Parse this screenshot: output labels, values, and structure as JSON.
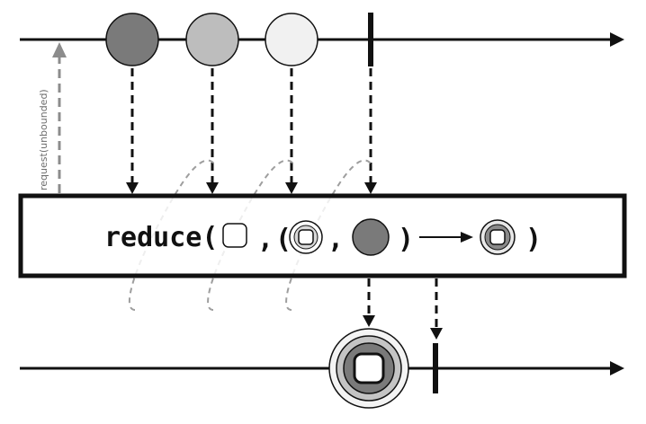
{
  "operator": {
    "keyword": "reduce(",
    "comma": ",",
    "paren_open": "(",
    "paren_close": ")",
    "close": ")"
  },
  "request_label": "request(unbounded)",
  "colors": {
    "line": "#111111",
    "marble_dark": "#7a7a7a",
    "marble_mid": "#bdbdbd",
    "marble_light": "#f1f1f1",
    "request_arrow": "#8c8c8c",
    "wavy": "#9e9e9e"
  },
  "input_marbles": [
    "marble-dark",
    "marble-mid",
    "marble-light"
  ],
  "icons": {
    "accumulator": "square-icon",
    "partial": "ring-square-icon",
    "element": "dark-circle-icon",
    "result": "result-ring-icon",
    "arrow": "right-arrow-icon"
  }
}
